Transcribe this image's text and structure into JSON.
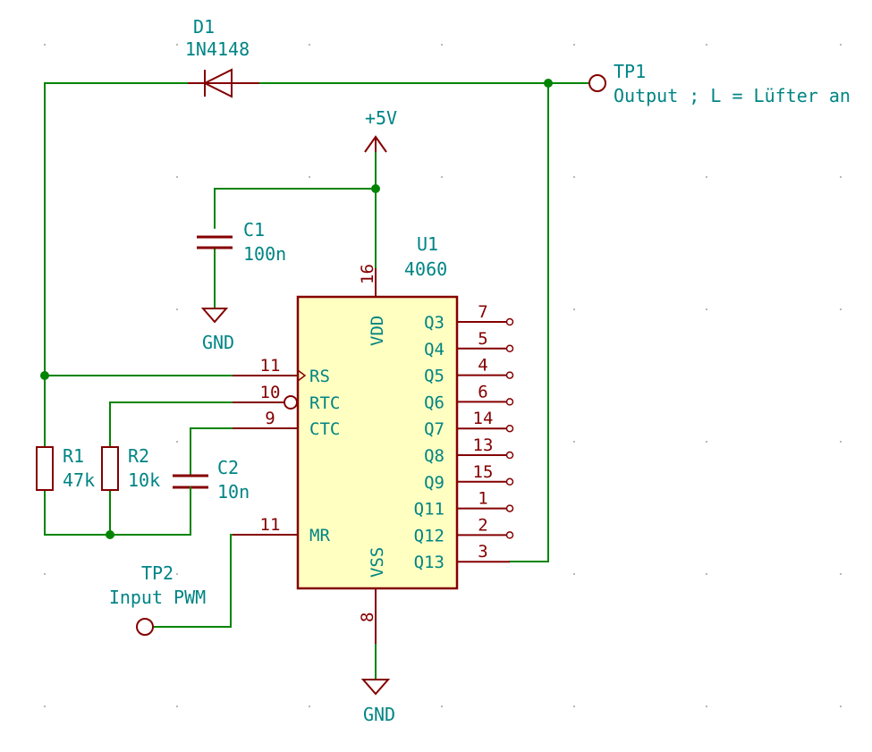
{
  "diode": {
    "ref": "D1",
    "value": "1N4148"
  },
  "tp1": {
    "ref": "TP1",
    "value": "Output ; L = Lüfter an"
  },
  "tp2": {
    "ref": "TP2",
    "value": "Input PWM"
  },
  "power": {
    "vcc": "+5V",
    "gnd_c1": "GND",
    "gnd_ic": "GND"
  },
  "c1": {
    "ref": "C1",
    "value": "100n"
  },
  "c2": {
    "ref": "C2",
    "value": "10n"
  },
  "r1": {
    "ref": "R1",
    "value": "47k"
  },
  "r2": {
    "ref": "R2",
    "value": "10k"
  },
  "u1": {
    "ref": "U1",
    "value": "4060",
    "vdd": {
      "name": "VDD",
      "num": "16"
    },
    "vss": {
      "name": "VSS",
      "num": "8"
    },
    "left_pins": [
      {
        "name": "RS",
        "num": "11"
      },
      {
        "name": "RTC",
        "num": "10"
      },
      {
        "name": "CTC",
        "num": "9"
      },
      {
        "name": "MR",
        "num": "11"
      }
    ],
    "right_pins": [
      {
        "name": "Q3",
        "num": "7"
      },
      {
        "name": "Q4",
        "num": "5"
      },
      {
        "name": "Q5",
        "num": "4"
      },
      {
        "name": "Q6",
        "num": "6"
      },
      {
        "name": "Q7",
        "num": "14"
      },
      {
        "name": "Q8",
        "num": "13"
      },
      {
        "name": "Q9",
        "num": "15"
      },
      {
        "name": "Q11",
        "num": "1"
      },
      {
        "name": "Q12",
        "num": "2"
      },
      {
        "name": "Q13",
        "num": "3"
      }
    ]
  },
  "colors": {
    "wire": "#008400",
    "part": "#840000",
    "text": "#008484",
    "ic_fill": "#ffffc2"
  }
}
